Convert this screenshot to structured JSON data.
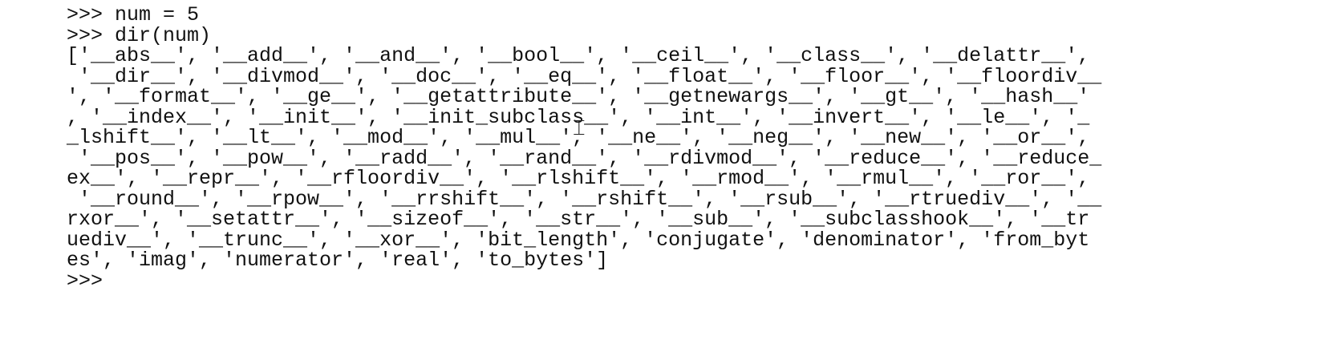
{
  "console": {
    "lines": [
      ">>> num = 5",
      ">>> dir(num)",
      "['__abs__', '__add__', '__and__', '__bool__', '__ceil__', '__class__', '__delattr__',",
      " '__dir__', '__divmod__', '__doc__', '__eq__', '__float__', '__floor__', '__floordiv__",
      "', '__format__', '__ge__', '__getattribute__', '__getnewargs__', '__gt__', '__hash__'",
      ", '__index__', '__init__', '__init_subclass__', '__int__', '__invert__', '__le__', '_",
      "_lshift__', '__lt__', '__mod__', '__mul__', '__ne__', '__neg__', '__new__', '__or__',",
      " '__pos__', '__pow__', '__radd__', '__rand__', '__rdivmod__', '__reduce__', '__reduce_",
      "ex__', '__repr__', '__rfloordiv__', '__rlshift__', '__rmod__', '__rmul__', '__ror__',",
      " '__round__', '__rpow__', '__rrshift__', '__rshift__', '__rsub__', '__rtruediv__', '__",
      "rxor__', '__setattr__', '__sizeof__', '__str__', '__sub__', '__subclasshook__', '__tr",
      "uediv__', '__trunc__', '__xor__', 'bit_length', 'conjugate', 'denominator', 'from_byt",
      "es', 'imag', 'numerator', 'real', 'to_bytes']",
      ">>>"
    ]
  }
}
